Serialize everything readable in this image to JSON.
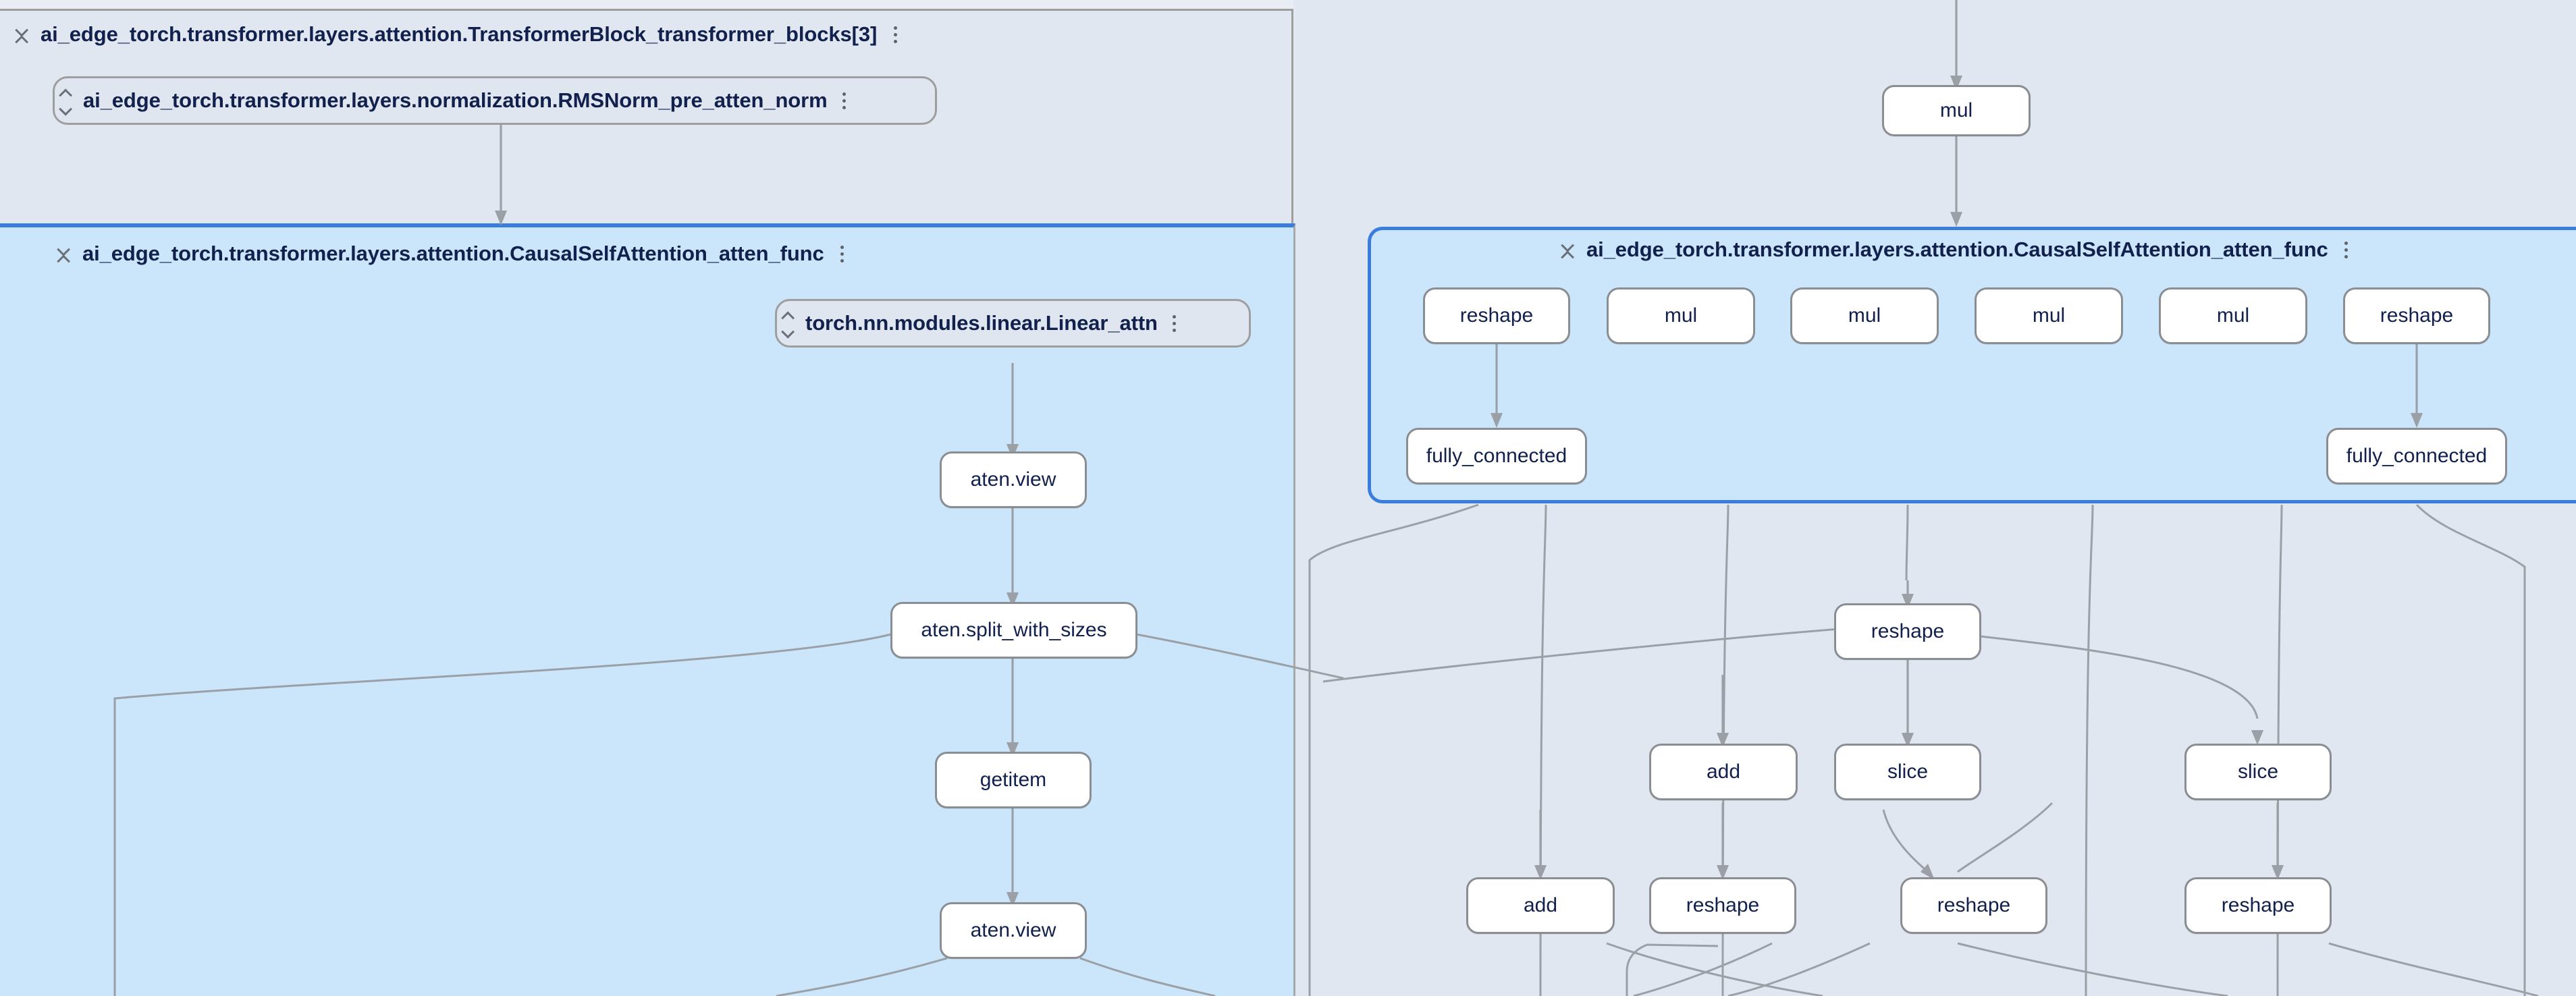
{
  "app": {
    "type": "model-graph-explorer",
    "canvas_background": "#e2e8f0",
    "selected_group_accent": "#3b7ddd",
    "selected_group_fill": "#cbe5fa",
    "node_fill": "#ffffff",
    "node_border": "#8a8d91",
    "edge_color": "#9aa0a6",
    "label_color": "#11204d"
  },
  "icons": {
    "collapse": "collapse-chevrons-icon",
    "expand": "expand-chevrons-icon",
    "menu": "kebab-menu-icon"
  },
  "groups": [
    {
      "id": "transformer-block",
      "label": "ai_edge_torch.transformer.layers.attention.TransformerBlock_transformer_blocks[3]",
      "state": "expanded",
      "toggle_icon": "collapse-chevrons-icon",
      "menu_icon": "kebab-menu-icon",
      "selected": false
    },
    {
      "id": "causal-self-attention-left",
      "label": "ai_edge_torch.transformer.layers.attention.CausalSelfAttention_atten_func",
      "state": "expanded",
      "toggle_icon": "collapse-chevrons-icon",
      "menu_icon": "kebab-menu-icon",
      "selected": true
    },
    {
      "id": "causal-self-attention-right",
      "label": "ai_edge_torch.transformer.layers.attention.CausalSelfAttention_atten_func",
      "state": "expanded",
      "toggle_icon": "collapse-chevrons-icon",
      "menu_icon": "kebab-menu-icon",
      "selected": true
    }
  ],
  "pills": [
    {
      "id": "rmsnorm-pre-atten-norm",
      "label": "ai_edge_torch.transformer.layers.normalization.RMSNorm_pre_atten_norm",
      "state": "collapsed",
      "toggle_icon": "expand-chevrons-icon",
      "menu_icon": "kebab-menu-icon"
    },
    {
      "id": "linear-attn",
      "label": "torch.nn.modules.linear.Linear_attn",
      "state": "collapsed",
      "toggle_icon": "expand-chevrons-icon",
      "menu_icon": "kebab-menu-icon"
    }
  ],
  "nodes": [
    {
      "id": "n-mul-top",
      "label": "mul",
      "panel": "top-right"
    },
    {
      "id": "n-view-1",
      "label": "aten.view",
      "panel": "left-attention"
    },
    {
      "id": "n-split",
      "label": "aten.split_with_sizes",
      "panel": "left-attention"
    },
    {
      "id": "n-getitem",
      "label": "getitem",
      "panel": "left-attention"
    },
    {
      "id": "n-view-2",
      "label": "aten.view",
      "panel": "left-attention"
    },
    {
      "id": "n-reshape-a",
      "label": "reshape",
      "panel": "right-attention"
    },
    {
      "id": "n-mul-a",
      "label": "mul",
      "panel": "right-attention"
    },
    {
      "id": "n-mul-b",
      "label": "mul",
      "panel": "right-attention"
    },
    {
      "id": "n-mul-c",
      "label": "mul",
      "panel": "right-attention"
    },
    {
      "id": "n-mul-d",
      "label": "mul",
      "panel": "right-attention"
    },
    {
      "id": "n-reshape-b",
      "label": "reshape",
      "panel": "right-attention"
    },
    {
      "id": "n-fc-left",
      "label": "fully_connected",
      "panel": "right-attention"
    },
    {
      "id": "n-fc-right",
      "label": "fully_connected",
      "panel": "right-attention"
    },
    {
      "id": "n-reshape-c",
      "label": "reshape",
      "panel": "right-outer"
    },
    {
      "id": "n-add-1",
      "label": "add",
      "panel": "right-outer"
    },
    {
      "id": "n-slice-1",
      "label": "slice",
      "panel": "right-outer"
    },
    {
      "id": "n-slice-2",
      "label": "slice",
      "panel": "right-outer"
    },
    {
      "id": "n-add-2",
      "label": "add",
      "panel": "right-outer"
    },
    {
      "id": "n-reshape-d",
      "label": "reshape",
      "panel": "right-outer"
    },
    {
      "id": "n-reshape-e",
      "label": "reshape",
      "panel": "right-outer"
    },
    {
      "id": "n-reshape-f",
      "label": "reshape",
      "panel": "right-outer"
    }
  ]
}
